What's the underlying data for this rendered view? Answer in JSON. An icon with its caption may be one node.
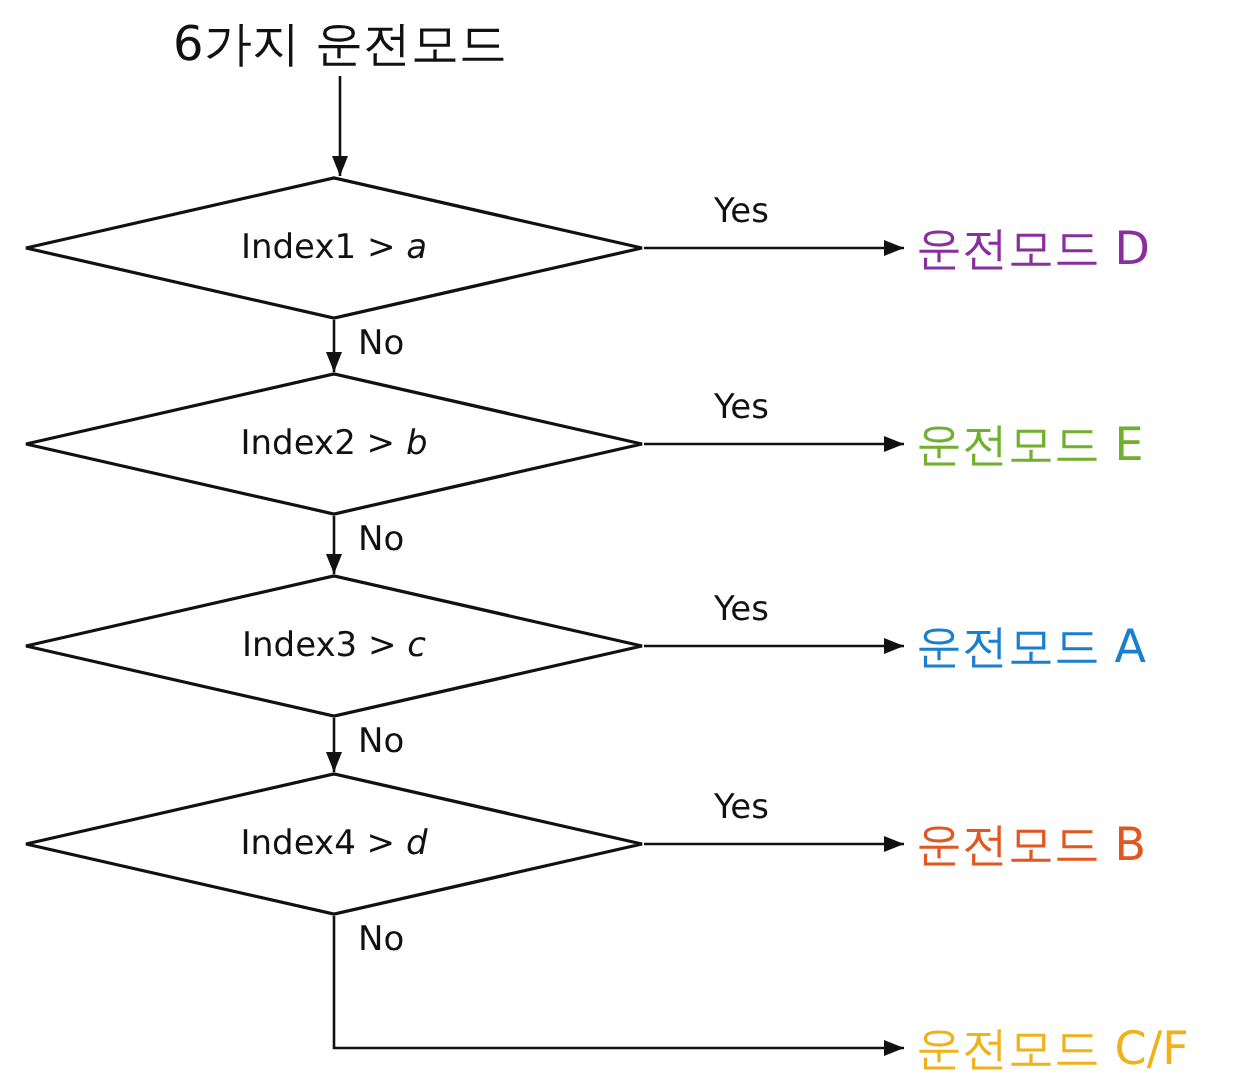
{
  "diagram": {
    "nodes": [
      {
        "text": [
          "6가지 운전모드"
        ]
      },
      {
        "text": [
          "Index1 > *a*"
        ]
      },
      {
        "text": [
          "Index2 > *b*"
        ]
      },
      {
        "text": [
          "Index3 > *c*"
        ]
      },
      {
        "text": [
          "Index4 > *d*"
        ]
      },
      {
        "text": [
          "운전모드 D"
        ]
      },
      {
        "text": [
          "운전모드 E"
        ]
      },
      {
        "text": [
          "운전모드 A"
        ]
      },
      {
        "text": [
          "운전모드 B"
        ]
      },
      {
        "text": [
          "운전모드 C/F"
        ]
      }
    ],
    "edges": [
      {
        "from": 0,
        "to": 1,
        "arrow": "to"
      },
      {
        "from": 1,
        "to": 5,
        "arrow": "to",
        "label": "Yes"
      },
      {
        "from": 1,
        "to": 2,
        "arrow": "to",
        "label": "No"
      },
      {
        "from": 2,
        "to": 6,
        "arrow": "to",
        "label": "Yes"
      },
      {
        "from": 2,
        "to": 3,
        "arrow": "to",
        "label": "No"
      },
      {
        "from": 3,
        "to": 7,
        "arrow": "to",
        "label": "Yes"
      },
      {
        "from": 3,
        "to": 4,
        "arrow": "to",
        "label": "No"
      },
      {
        "from": 4,
        "to": 8,
        "arrow": "to",
        "label": "Yes"
      },
      {
        "from": 4,
        "to": 9,
        "arrow": "to",
        "label": "No"
      }
    ]
  }
}
